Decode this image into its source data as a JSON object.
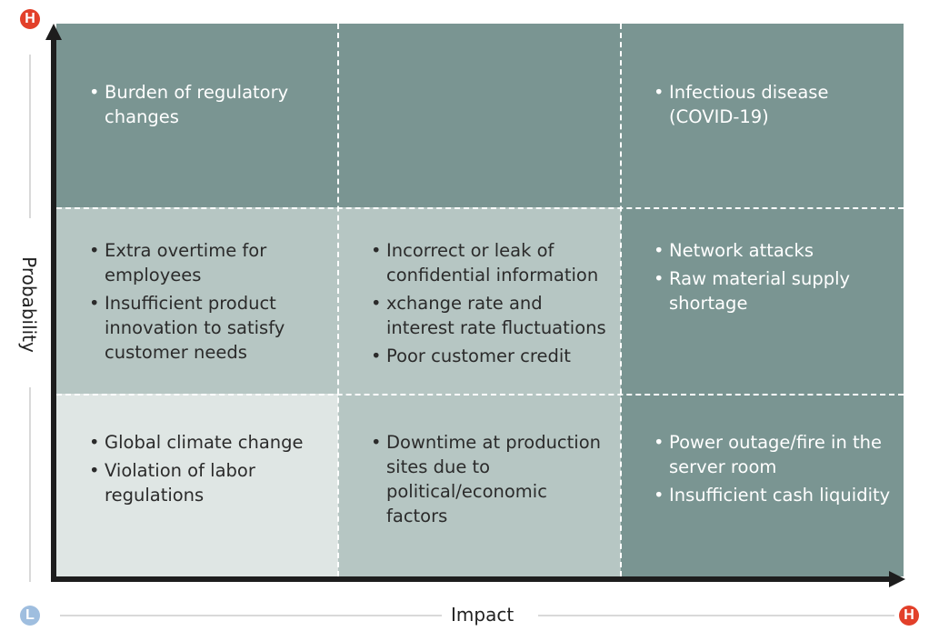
{
  "axes": {
    "x_label": "Impact",
    "y_label": "Probability",
    "y_high_badge": "H",
    "x_low_badge": "L",
    "x_high_badge": "H"
  },
  "colors": {
    "high_risk": "#7a9592",
    "medium_risk": "#b6c6c3",
    "low_risk": "#dfe6e4",
    "badge_high": "#e2402a",
    "badge_low": "#9fbedf"
  },
  "matrix": {
    "high_probability": {
      "low_impact": [
        "Burden of regulatory changes"
      ],
      "medium_impact": [],
      "high_impact": [
        "Infectious disease (COVID-19)"
      ]
    },
    "medium_probability": {
      "low_impact": [
        "Extra overtime for employees",
        "Insufficient product innovation to satisfy customer needs"
      ],
      "medium_impact": [
        "Incorrect or leak of confidential information",
        "xchange rate and interest rate fluctuations",
        "Poor customer credit"
      ],
      "high_impact": [
        "Network attacks",
        "Raw material supply shortage"
      ]
    },
    "low_probability": {
      "low_impact": [
        "Global climate change",
        "Violation of labor regulations"
      ],
      "medium_impact": [
        "Downtime at production sites due to political/economic factors"
      ],
      "high_impact": [
        "Power outage/fire in the server room",
        "Insufficient cash liquidity"
      ]
    }
  }
}
